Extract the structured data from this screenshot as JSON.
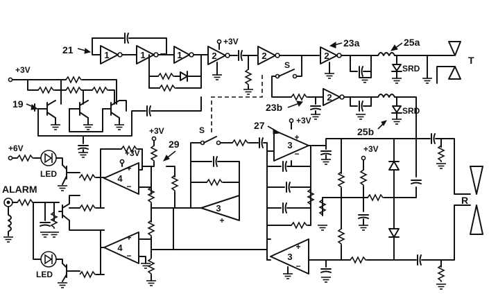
{
  "labels": {
    "ref_21": "21",
    "ref_19": "19",
    "ref_23a": "23a",
    "ref_23b": "23b",
    "ref_25a": "25a",
    "ref_25b": "25b",
    "ref_27": "27",
    "ref_29": "29",
    "plus3v": "+3V",
    "plus6v": "+6V",
    "alarm": "ALARM",
    "led": "LED",
    "srd": "SRD",
    "switch_s": "S",
    "antenna_t": "T",
    "antenna_r": "R"
  },
  "gates": {
    "inv1": "1",
    "inv2": "2",
    "amp3": "3",
    "amp4": "4"
  },
  "signs": {
    "plus": "+",
    "minus": "−"
  },
  "colors": {
    "ink": "#111111",
    "paper": "#ffffff"
  }
}
